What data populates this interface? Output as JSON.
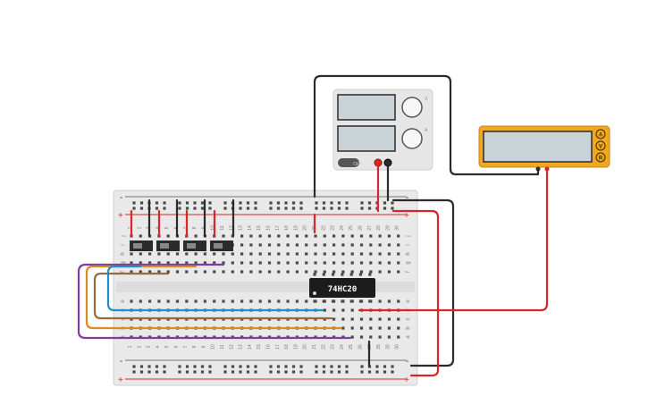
{
  "colors": {
    "wire_red": "#d62828",
    "wire_black": "#2b2b2b",
    "wire_purple": "#7b3fa0",
    "wire_orange": "#e08a1e",
    "wire_blue": "#1e90c8",
    "wire_brown": "#9b6a3a",
    "breadboard": "#e9e9e9",
    "multimeter_body": "#f2a81d",
    "psu_body": "#e6e6e6",
    "lcd": "#c9d2d6",
    "chip": "#1c1c1c"
  },
  "chip": {
    "label": "74HC20"
  },
  "power_supply": {
    "switch_label": "OFF",
    "knob1_label": "V",
    "knob2_label": "A"
  },
  "multimeter": {
    "modes": [
      "A",
      "V",
      "R"
    ]
  },
  "breadboard": {
    "columns": [
      "1",
      "2",
      "3",
      "4",
      "5",
      "6",
      "7",
      "8",
      "9",
      "10",
      "11",
      "12",
      "13",
      "14",
      "15",
      "16",
      "17",
      "18",
      "19",
      "20",
      "21",
      "22",
      "23",
      "24",
      "25",
      "26",
      "27",
      "28",
      "29",
      "30"
    ],
    "top_rows": [
      "j",
      "i",
      "h",
      "g",
      "f"
    ],
    "bottom_rows": [
      "e",
      "d",
      "c",
      "b",
      "a"
    ],
    "rail_plus": "+",
    "rail_minus": "-"
  }
}
